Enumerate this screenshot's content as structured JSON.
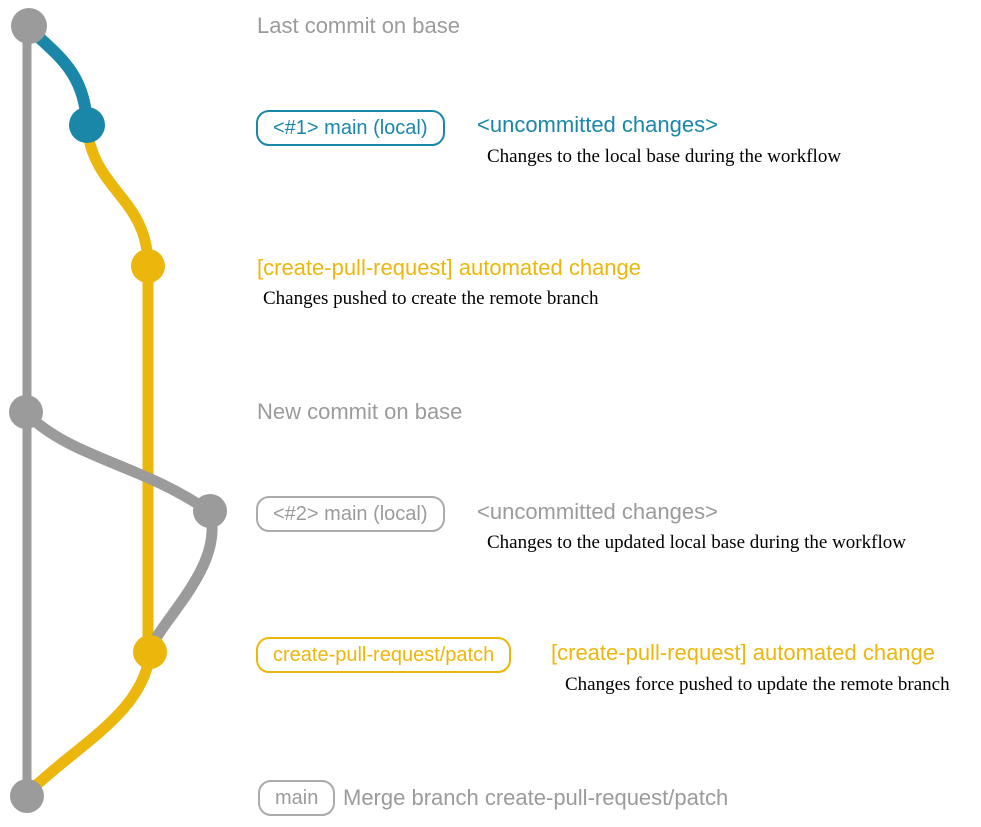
{
  "colors": {
    "gray": "#9b9b9b",
    "gray-border": "#ababab",
    "blue": "#1a87a8",
    "yellow": "#ecb70c",
    "ink": "#000000"
  },
  "rows": {
    "last_commit": {
      "label": "Last commit on base"
    },
    "commit1": {
      "branch_tag": "<#1> main (local)",
      "title": "<uncommitted changes>",
      "description": "Changes to the local base during the workflow"
    },
    "commit2": {
      "title": "[create-pull-request] automated change",
      "description": "Changes pushed to create the remote branch"
    },
    "new_commit": {
      "label": "New commit on base"
    },
    "commit3": {
      "branch_tag": "<#2> main (local)",
      "title": "<uncommitted changes>",
      "description": "Changes to the updated local base during the workflow"
    },
    "commit4": {
      "branch_tag": "create-pull-request/patch",
      "title": "[create-pull-request] automated change",
      "description": "Changes force pushed to update the remote branch"
    },
    "merge_commit": {
      "branch_tag": "main",
      "title": "Merge branch create-pull-request/patch"
    }
  }
}
